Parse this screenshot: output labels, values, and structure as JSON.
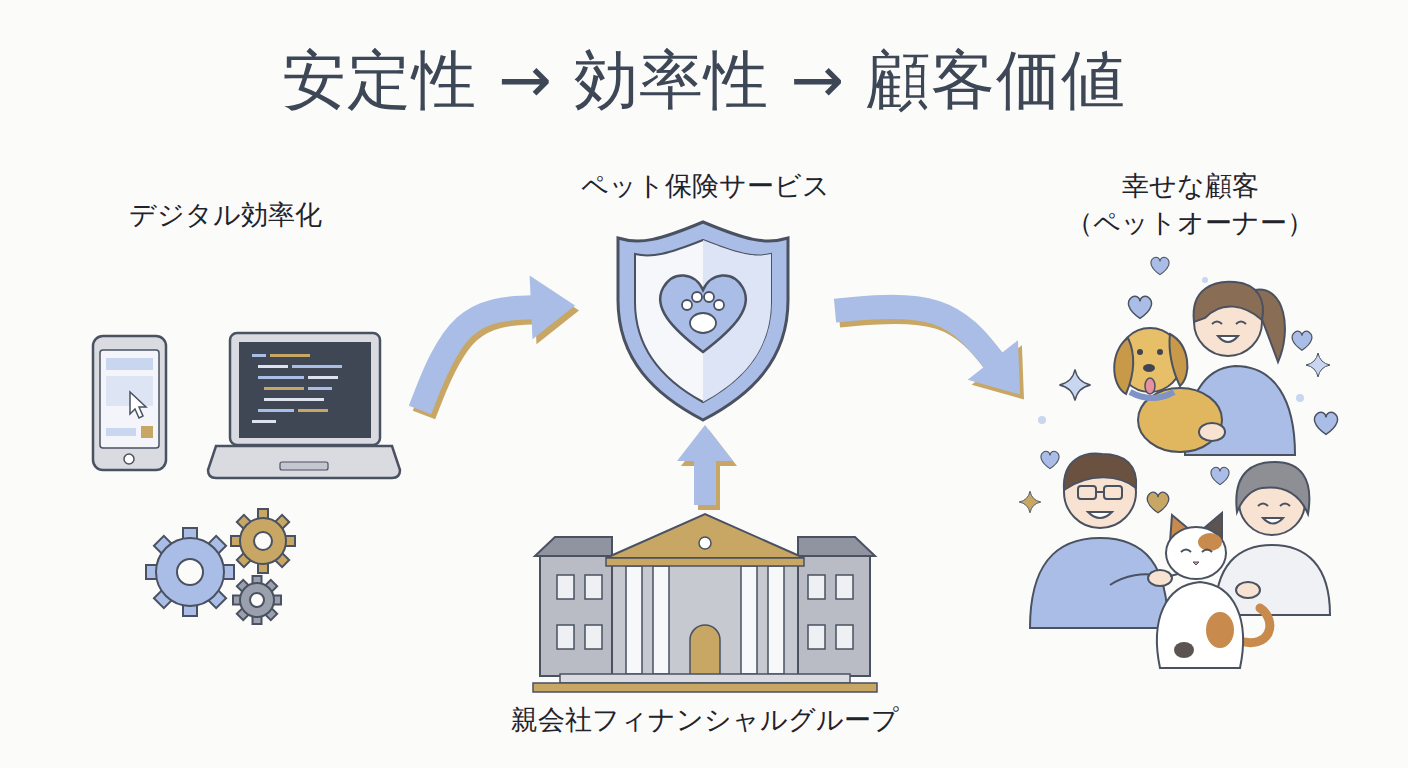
{
  "diagram": {
    "title": "安定性 → 効率性 → 顧客価値",
    "nodes": [
      {
        "text": [
          "デジタル効率化"
        ]
      },
      {
        "text": [
          "ペット保険サービス"
        ]
      },
      {
        "text": [
          "幸せな顧客 （ペットオーナー）"
        ]
      },
      {
        "text": [
          "親会社フィナンシャルグループ"
        ]
      }
    ],
    "edges": [
      {
        "from": 0,
        "to": 1,
        "arrow": "to"
      },
      {
        "from": 1,
        "to": 2,
        "arrow": "to"
      },
      {
        "from": 3,
        "to": 1,
        "arrow": "to"
      }
    ]
  }
}
